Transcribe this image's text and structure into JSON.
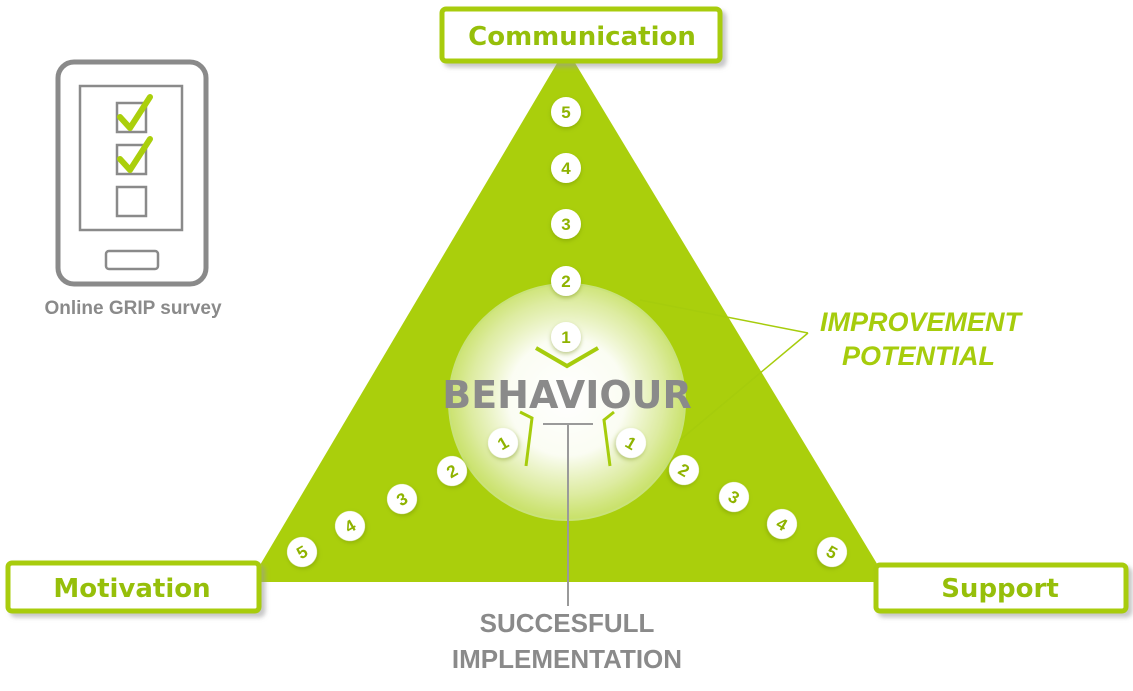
{
  "labels": {
    "top": "Communication",
    "left": "Motivation",
    "right": "Support"
  },
  "center": {
    "title": "BEHAVIOUR"
  },
  "annotation": {
    "line1": "IMPROVEMENT",
    "line2": "POTENTIAL"
  },
  "outcome": {
    "line1": "SUCCESFULL",
    "line2": "IMPLEMENTATION"
  },
  "survey": {
    "caption": "Online GRIP survey",
    "checkboxes": [
      true,
      true,
      false
    ]
  },
  "scales": {
    "top": [
      "5",
      "4",
      "3",
      "2",
      "1"
    ],
    "left": [
      "5",
      "4",
      "3",
      "2",
      "1"
    ],
    "right": [
      "5",
      "4",
      "3",
      "2",
      "1"
    ]
  },
  "colors": {
    "accent": "#aacf0c",
    "accent_dark": "#8fb300",
    "gray": "#8a8a8a"
  },
  "icons": {
    "device": "tablet-icon",
    "check": "checkmark-icon"
  }
}
